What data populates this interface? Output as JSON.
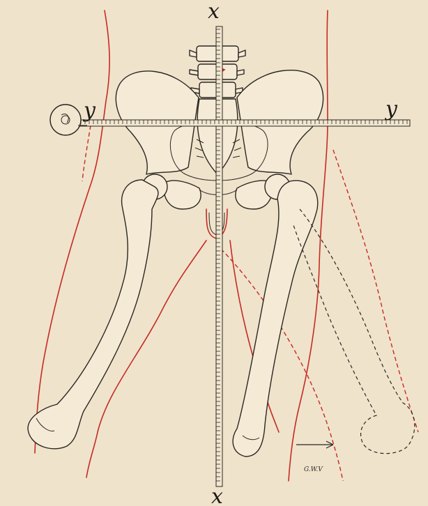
{
  "labels": {
    "x_top": "x",
    "x_bottom": "x",
    "y_left": "y",
    "y_right": "y",
    "signature": "G.W.V"
  },
  "colors": {
    "paper": "#efe3cc",
    "ink": "#2b2620",
    "red_outline": "#c72a22"
  },
  "icons": {
    "tape_reel": "tape-measure-reel-icon",
    "arrow": "arrow-right-icon"
  }
}
